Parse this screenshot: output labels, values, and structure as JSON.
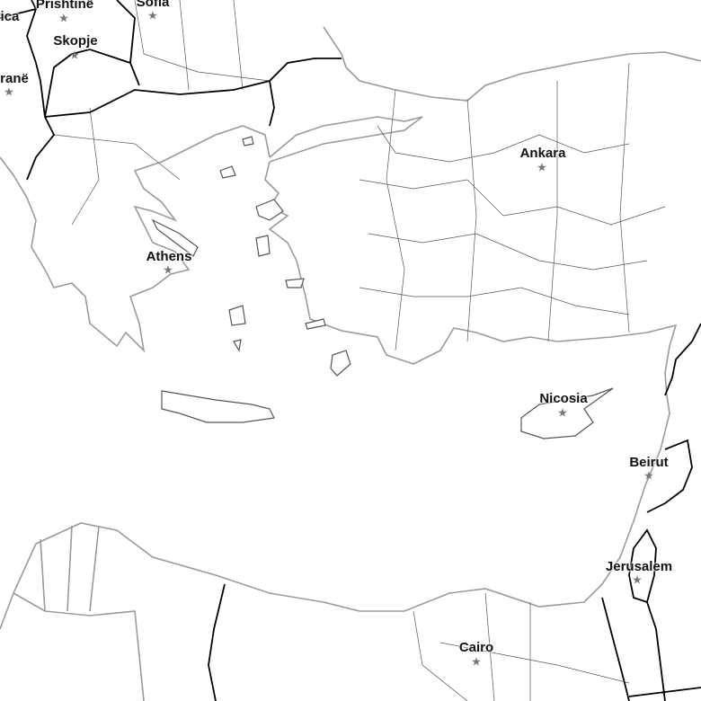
{
  "map": {
    "colors": {
      "coast": "#9a9a9a",
      "border": "#000000",
      "admin": "#555555",
      "capital_star": "#777777"
    },
    "capital_icon": "star-icon",
    "cities": [
      {
        "name": "rica"
      },
      {
        "name": "Prishtinë"
      },
      {
        "name": "Sofia"
      },
      {
        "name": "Skopje"
      },
      {
        "name": "ranë"
      },
      {
        "name": "Ankara"
      },
      {
        "name": "Athens"
      },
      {
        "name": "Nicosia"
      },
      {
        "name": "Beirut"
      },
      {
        "name": "Jerusalem"
      },
      {
        "name": "Cairo"
      }
    ]
  }
}
